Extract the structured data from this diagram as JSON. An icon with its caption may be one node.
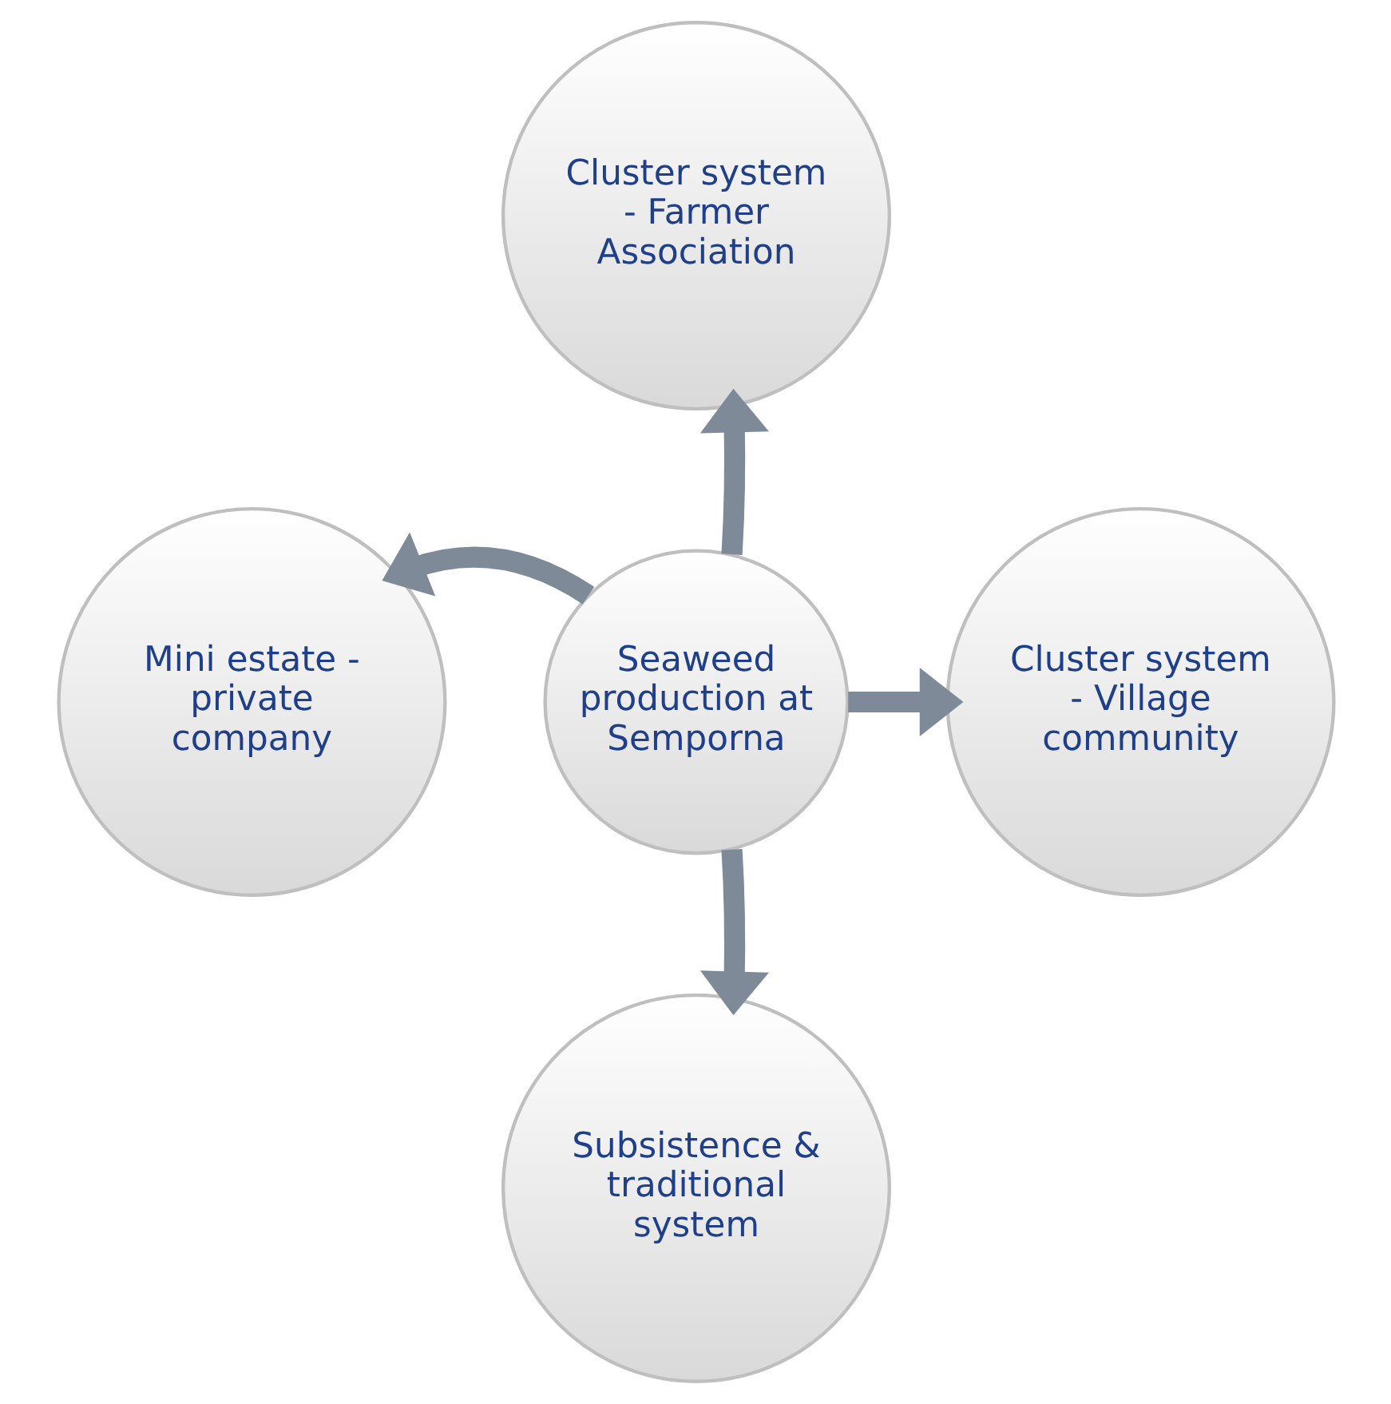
{
  "diagram": {
    "nodes": [
      {
        "text": [
          "Cluster system - Farmer Association"
        ]
      },
      {
        "text": [
          "Mini estate - private company"
        ]
      },
      {
        "text": [
          "Seaweed production at Semporna"
        ]
      },
      {
        "text": [
          "Cluster system - Village community"
        ]
      },
      {
        "text": [
          "Subsistence & traditional system"
        ]
      }
    ],
    "edges": [
      {
        "from": 2,
        "to": 0,
        "arrow": "to"
      },
      {
        "from": 2,
        "to": 1,
        "arrow": "to"
      },
      {
        "from": 2,
        "to": 3,
        "arrow": "to"
      },
      {
        "from": 2,
        "to": 4,
        "arrow": "to"
      }
    ]
  }
}
